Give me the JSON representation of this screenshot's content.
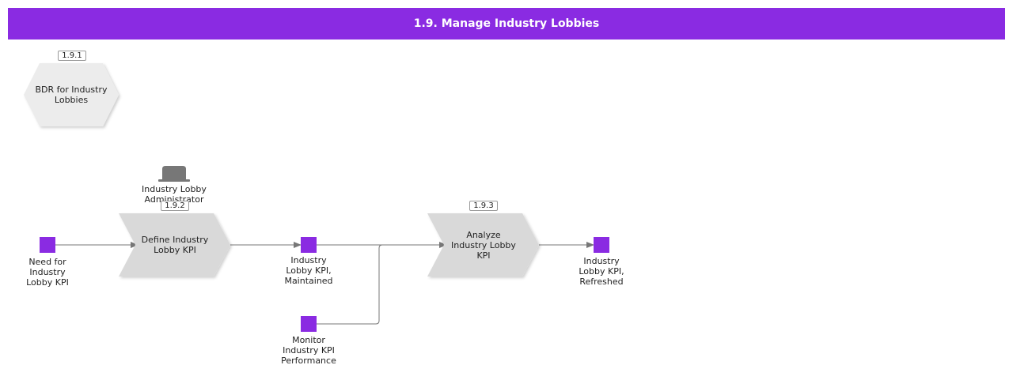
{
  "title": "1.9. Manage Industry Lobbies",
  "colors": {
    "header": "#8a2be2",
    "event": "#8a2be2",
    "function_fill": "#d9d9d9",
    "process_fill": "#ececec",
    "connector": "#777777",
    "role": "#777777"
  },
  "process": {
    "id": "1.9.1",
    "label": "BDR for Industry\nLobbies"
  },
  "role": {
    "icon": "hat-icon",
    "label": "Industry Lobby\nAdministrator"
  },
  "functions": [
    {
      "id": "1.9.2",
      "label": "Define Industry\nLobby KPI"
    },
    {
      "id": "1.9.3",
      "label": "Analyze\nIndustry Lobby\nKPI"
    }
  ],
  "events": [
    {
      "label": "Need for\nIndustry\nLobby KPI"
    },
    {
      "label": "Industry\nLobby KPI,\nMaintained"
    },
    {
      "label": "Monitor\nIndustry KPI\nPerformance"
    },
    {
      "label": "Industry\nLobby KPI,\nRefreshed"
    }
  ]
}
